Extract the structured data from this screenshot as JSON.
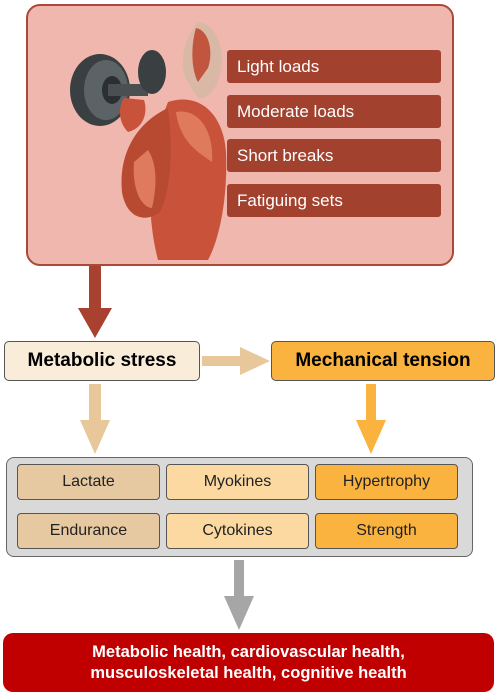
{
  "top_panel": {
    "items": [
      {
        "label": "Light loads"
      },
      {
        "label": "Moderate loads"
      },
      {
        "label": "Short breaks"
      },
      {
        "label": "Fatiguing sets"
      }
    ]
  },
  "middle": {
    "metabolic_label": "Metabolic stress",
    "mechanical_label": "Mechanical tension"
  },
  "outcomes": {
    "row1": [
      "Lactate",
      "Myokines",
      "Hypertrophy"
    ],
    "row2": [
      "Endurance",
      "Cytokines",
      "Strength"
    ]
  },
  "banner": {
    "line1": "Metabolic health, cardiovascular health,",
    "line2": "musculoskeletal health, cognitive health"
  },
  "colors": {
    "panel_fill": "#f0b7ae",
    "panel_border": "#a8493a",
    "item_fill": "#a3412f",
    "metabolic_fill": "#f9ecd8",
    "mechanical_fill": "#fbb33f",
    "tan": "#e6c9a0",
    "light_orange": "#fbd9a0",
    "banner": "#c00000"
  }
}
